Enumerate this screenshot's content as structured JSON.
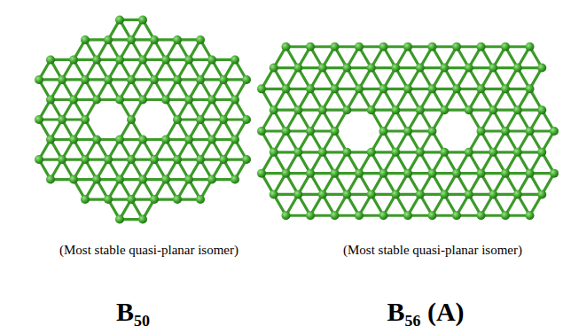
{
  "diagram": {
    "labels": [
      "(Most stable quasi-planar isomer)",
      "(Most stable quasi-planar isomer)",
      "B₅₀",
      "B₅₆ (A)"
    ]
  }
}
